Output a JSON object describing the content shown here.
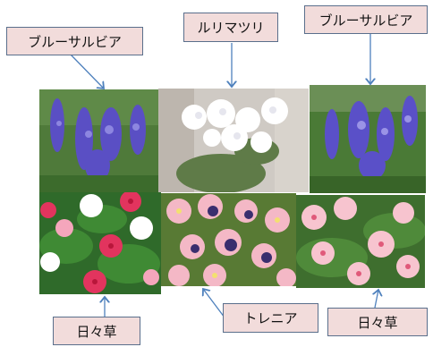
{
  "labels": {
    "top_left": "ブルーサルビア",
    "top_center": "ルリマツリ",
    "top_right": "ブルーサルビア",
    "bottom_left": "日々草",
    "bottom_center": "トレニア",
    "bottom_right": "日々草"
  },
  "photos": {
    "top_left": "blue-salvia-photo",
    "top_center": "plumbago-photo",
    "top_right": "blue-salvia-photo",
    "bottom_left": "vinca-photo",
    "bottom_center": "torenia-photo",
    "bottom_right": "vinca-photo"
  },
  "colors": {
    "label_bg": "#f2dcdb",
    "label_border": "#5a6f8c",
    "arrow": "#4f81bd"
  }
}
